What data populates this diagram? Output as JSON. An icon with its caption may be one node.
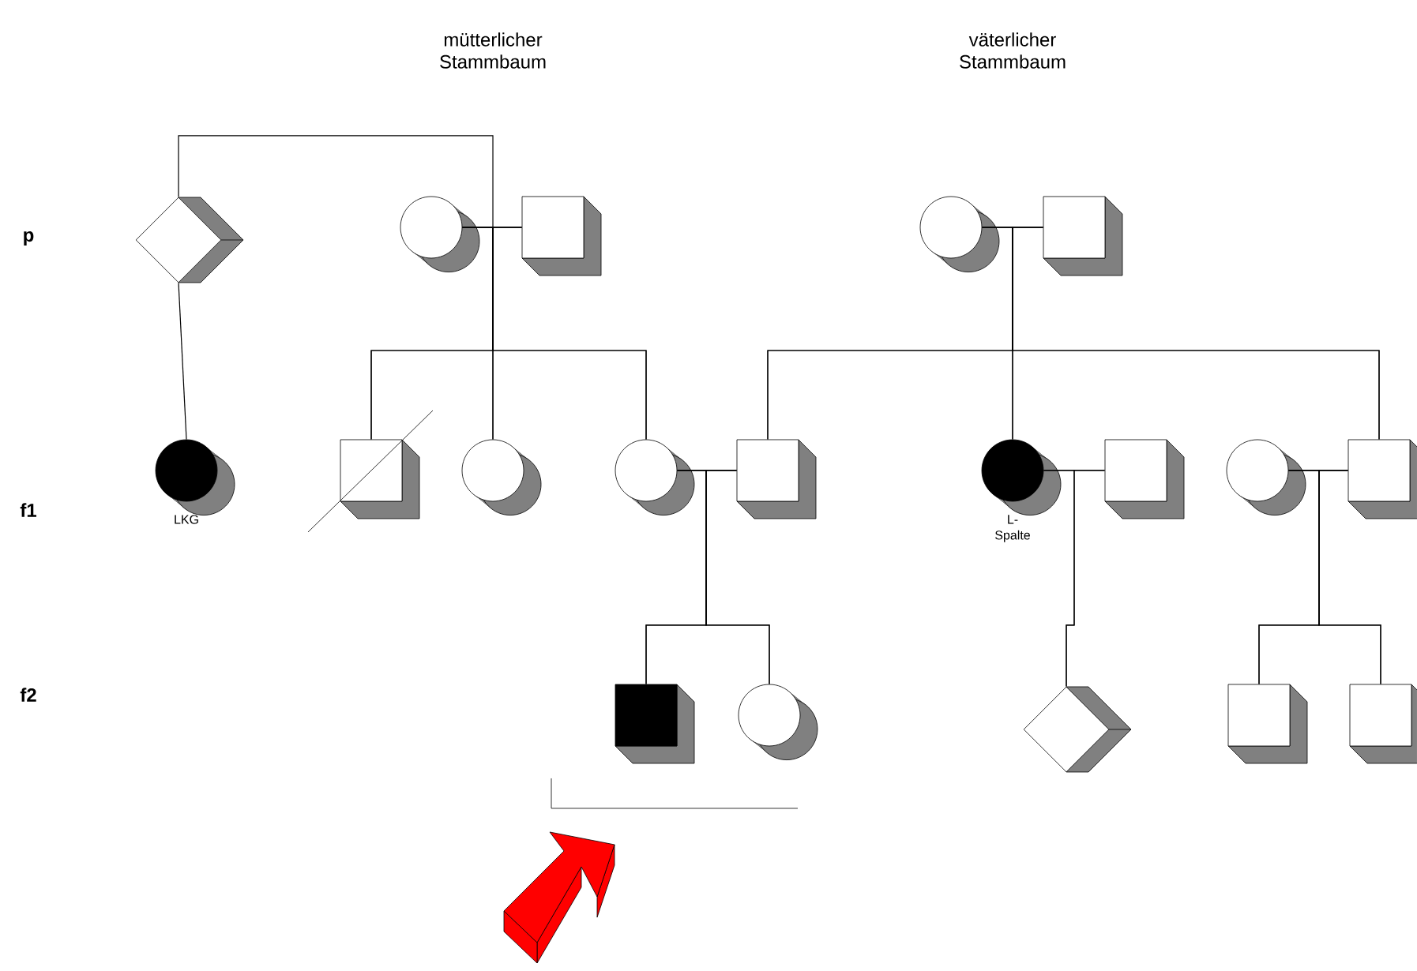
{
  "diagram": {
    "nodes": [
      {
        "text": [],
        "shape": "diamond"
      },
      {
        "text": [],
        "shape": "circle"
      },
      {
        "text": [],
        "shape": "box"
      },
      {
        "text": [],
        "shape": "circle"
      },
      {
        "text": [],
        "shape": "box"
      },
      {
        "text": [],
        "shape": "circle",
        "beside": [
          "LKG"
        ]
      },
      {
        "text": [],
        "shape": "box"
      },
      {
        "text": [],
        "shape": "circle"
      },
      {
        "text": [],
        "shape": "circle"
      },
      {
        "text": [],
        "shape": "box"
      },
      {
        "text": [],
        "shape": "circle",
        "beside": [
          "L- Spalte"
        ]
      },
      {
        "text": [],
        "shape": "box"
      },
      {
        "text": [],
        "shape": "circle"
      },
      {
        "text": [],
        "shape": "box"
      },
      {
        "text": [],
        "shape": "box"
      },
      {
        "text": [],
        "shape": "circle"
      },
      {
        "text": [],
        "shape": "diamond"
      },
      {
        "text": [],
        "shape": "box"
      },
      {
        "text": [],
        "shape": "box"
      }
    ],
    "edges": [
      {
        "from": 0,
        "to": 1,
        "arrow": "none"
      },
      {
        "from": 0,
        "to": 5,
        "arrow": "none"
      },
      {
        "from": 1,
        "to": 2,
        "arrow": "none"
      },
      {
        "from": 1,
        "to": 6,
        "arrow": "none"
      },
      {
        "from": 2,
        "to": 6,
        "arrow": "none"
      },
      {
        "from": 1,
        "to": 7,
        "arrow": "none"
      },
      {
        "from": 2,
        "to": 7,
        "arrow": "none"
      },
      {
        "from": 1,
        "to": 8,
        "arrow": "none"
      },
      {
        "from": 2,
        "to": 8,
        "arrow": "none"
      },
      {
        "from": 3,
        "to": 4,
        "arrow": "none"
      },
      {
        "from": 3,
        "to": 9,
        "arrow": "none"
      },
      {
        "from": 4,
        "to": 9,
        "arrow": "none"
      },
      {
        "from": 3,
        "to": 10,
        "arrow": "none"
      },
      {
        "from": 4,
        "to": 10,
        "arrow": "none"
      },
      {
        "from": 3,
        "to": 13,
        "arrow": "none"
      },
      {
        "from": 4,
        "to": 13,
        "arrow": "none"
      },
      {
        "from": 8,
        "to": 9,
        "arrow": "none"
      },
      {
        "from": 8,
        "to": 14,
        "arrow": "none"
      },
      {
        "from": 9,
        "to": 14,
        "arrow": "none"
      },
      {
        "from": 8,
        "to": 15,
        "arrow": "none"
      },
      {
        "from": 9,
        "to": 15,
        "arrow": "none"
      },
      {
        "from": 10,
        "to": 11,
        "arrow": "none"
      },
      {
        "from": 10,
        "to": 16,
        "arrow": "none"
      },
      {
        "from": 11,
        "to": 16,
        "arrow": "none"
      },
      {
        "from": 12,
        "to": 13,
        "arrow": "none"
      },
      {
        "from": 12,
        "to": 17,
        "arrow": "none"
      },
      {
        "from": 13,
        "to": 17,
        "arrow": "none"
      },
      {
        "from": 12,
        "to": 18,
        "arrow": "none"
      },
      {
        "from": 13,
        "to": 18,
        "arrow": "none"
      }
    ],
    "labels": [
      "mütterlicher Stammbaum",
      "väterlicher Stammbaum",
      "p",
      "f1",
      "f2"
    ]
  }
}
